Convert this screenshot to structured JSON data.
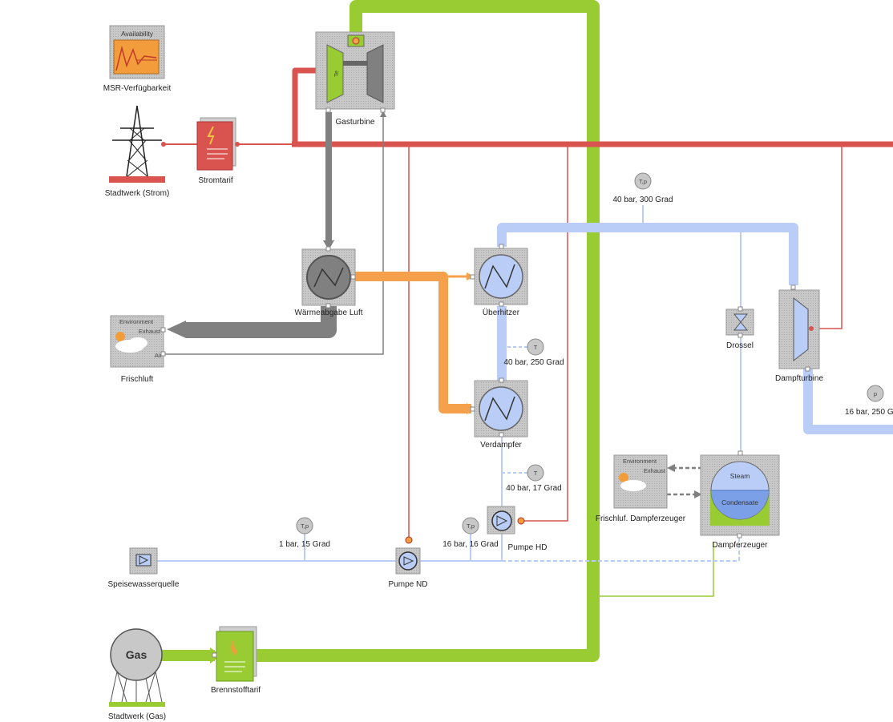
{
  "labels": {
    "availability_title": "Availability",
    "msr": "MSR-Verfügbarkeit",
    "gasturbine": "Gasturbine",
    "stadtwerk_strom": "Stadtwerk (Strom)",
    "stromtarif": "Stromtarif",
    "waermeabgabe": "Wärmeabgabe Luft",
    "env_title": "Environment",
    "env_exhaust": "Exhaust",
    "env_air": "Air",
    "frischluft": "Frischluft",
    "ueberhitzer": "Überhitzer",
    "verdampfer": "Verdampfer",
    "drossel": "Drossel",
    "dampfturbine": "Dampfturbine",
    "frischluft_dampf": "Frischluf. Dampferzeuger",
    "dampferzeuger": "Dampferzeuger",
    "steam": "Steam",
    "condensate": "Condensate",
    "pumpe_hd": "Pumpe HD",
    "pumpe_nd": "Pumpe ND",
    "speisewasserquelle": "Speisewasserquelle",
    "brennstofftarif": "Brennstofftarif",
    "gas": "Gas",
    "stadtwerk_gas": "Stadtwerk (Gas)",
    "te": "Te"
  },
  "sensors": {
    "s1": {
      "symbol": "T,p",
      "text": "40 bar, 300 Grad"
    },
    "s2": {
      "symbol": "T",
      "text": "40 bar, 250 Grad"
    },
    "s3": {
      "symbol": "T",
      "text": "40 bar, 17 Grad"
    },
    "s4": {
      "symbol": "T,p",
      "text": "16 bar, 16 Grad"
    },
    "s5": {
      "symbol": "T,p",
      "text": "1 bar, 15 Grad"
    },
    "s6": {
      "symbol": "p",
      "text": "16 bar, 250 G"
    }
  },
  "colors": {
    "electric": "#d9534f",
    "fuel": "#99cc33",
    "exhaust": "#808080",
    "hot_air": "#f5a04a",
    "steam": "#b9cdf7",
    "water": "#b9cdf7"
  }
}
